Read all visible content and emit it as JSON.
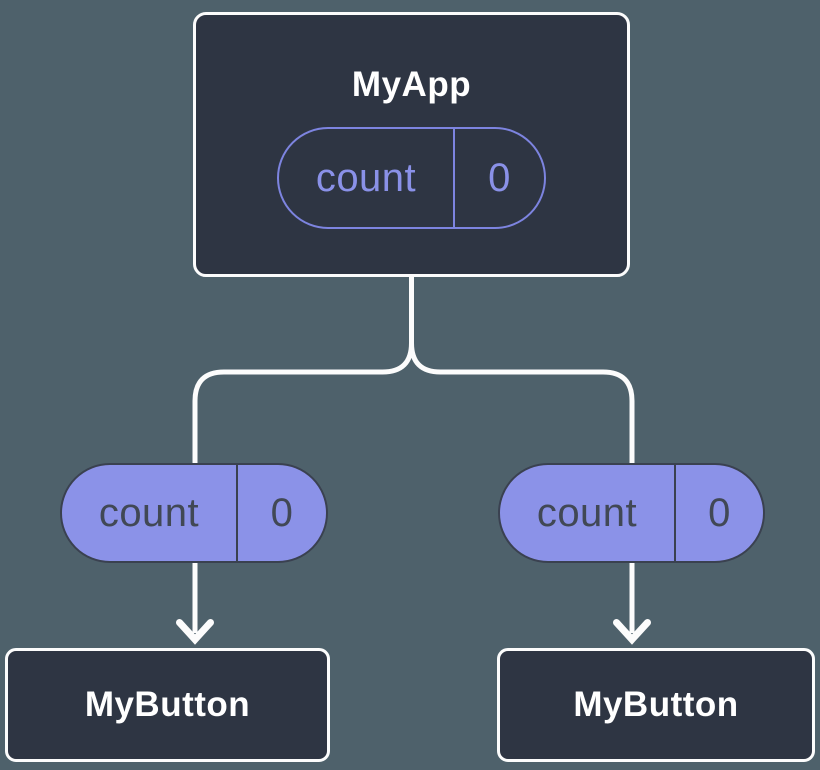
{
  "colors": {
    "background": "#4e616b",
    "node_fill": "#2e3543",
    "node_border": "#fcfcfc",
    "node_text": "#ffffff",
    "pill_fill": "#8b92e8",
    "pill_border": "#3a4150",
    "pill_text": "#414855",
    "outline_pill_border": "#7d84e0",
    "outline_pill_text": "#8a91e8",
    "connector": "#fcfcfc"
  },
  "diagram": {
    "root": {
      "title": "MyApp",
      "prop": {
        "name": "count",
        "value": "0"
      }
    },
    "children": [
      {
        "title": "MyButton",
        "prop": {
          "name": "count",
          "value": "0"
        }
      },
      {
        "title": "MyButton",
        "prop": {
          "name": "count",
          "value": "0"
        }
      }
    ]
  }
}
